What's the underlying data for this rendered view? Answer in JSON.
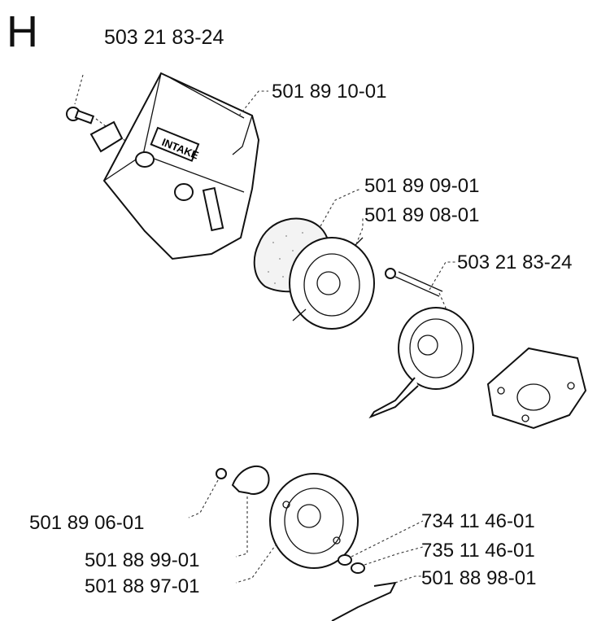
{
  "section_letter": "H",
  "header_part_number": "503 21 83-24",
  "cover_text": "INTAKE",
  "parts": {
    "air_filter_cover": "501 89 10-01",
    "filter_element": "501 89 09-01",
    "filter_holder": "501 89 08-01",
    "long_screw": "503 21 83-24",
    "nut_small": "501 89 06-01",
    "choke_valve": "501 88 99-01",
    "carb_plate": "501 88 97-01",
    "washer_a": "734 11 46-01",
    "washer_b": "735 11 46-01",
    "choke_rod": "501 88 98-01"
  }
}
